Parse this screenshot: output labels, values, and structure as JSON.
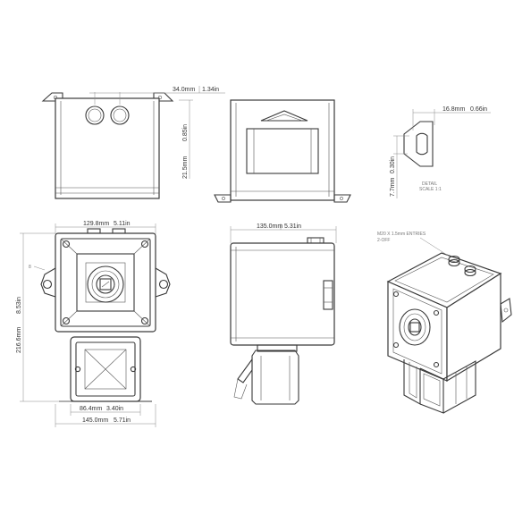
{
  "dimensions": {
    "top_hole_spacing": "34.0mm",
    "top_hole_spacing_in": "1.34in",
    "top_height": "21.5mm",
    "top_height_in": "0.85in",
    "slot_width": "16.8mm",
    "slot_width_in": "0.66in",
    "slot_height": "7.7mm",
    "slot_height_in": "0.30in",
    "detail_label": "DETAIL",
    "detail_scale": "SCALE 1:1",
    "front_width": "129.8mm",
    "front_width_in": "5.11in",
    "side_depth": "135.0mm",
    "side_depth_in": "5.31in",
    "overall_height": "216.6mm",
    "overall_height_in": "8.53in",
    "sounder_width": "86.4mm",
    "sounder_width_in": "3.40in",
    "base_width": "145.0mm",
    "base_width_in": "5.71in",
    "entries_note_line1": "M20 X 1.5mm ENTRIES",
    "entries_note_line2": "2-OFF",
    "callout_mark": "8"
  },
  "colors": {
    "line": "#3a3a3a",
    "text": "#333333",
    "background": "#ffffff"
  }
}
